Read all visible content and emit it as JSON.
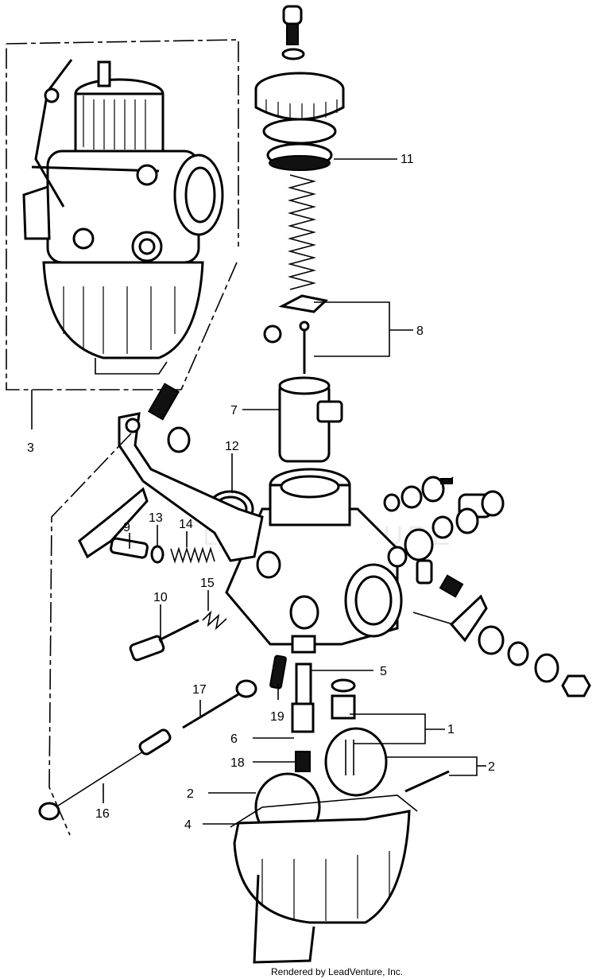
{
  "diagram": {
    "footer": "Rendered by LeadVenture, Inc.",
    "callouts": [
      {
        "id": "c1",
        "label": "1"
      },
      {
        "id": "c2a",
        "label": "2"
      },
      {
        "id": "c2b",
        "label": "2"
      },
      {
        "id": "c3",
        "label": "3"
      },
      {
        "id": "c4",
        "label": "4"
      },
      {
        "id": "c5",
        "label": "5"
      },
      {
        "id": "c6",
        "label": "6"
      },
      {
        "id": "c7",
        "label": "7"
      },
      {
        "id": "c8",
        "label": "8"
      },
      {
        "id": "c9",
        "label": "9"
      },
      {
        "id": "c10",
        "label": "10"
      },
      {
        "id": "c11",
        "label": "11"
      },
      {
        "id": "c12",
        "label": "12"
      },
      {
        "id": "c13",
        "label": "13"
      },
      {
        "id": "c14",
        "label": "14"
      },
      {
        "id": "c15",
        "label": "15"
      },
      {
        "id": "c16",
        "label": "16"
      },
      {
        "id": "c17",
        "label": "17"
      },
      {
        "id": "c18",
        "label": "18"
      },
      {
        "id": "c19",
        "label": "19"
      }
    ],
    "watermark": "LEADVENTURE"
  }
}
